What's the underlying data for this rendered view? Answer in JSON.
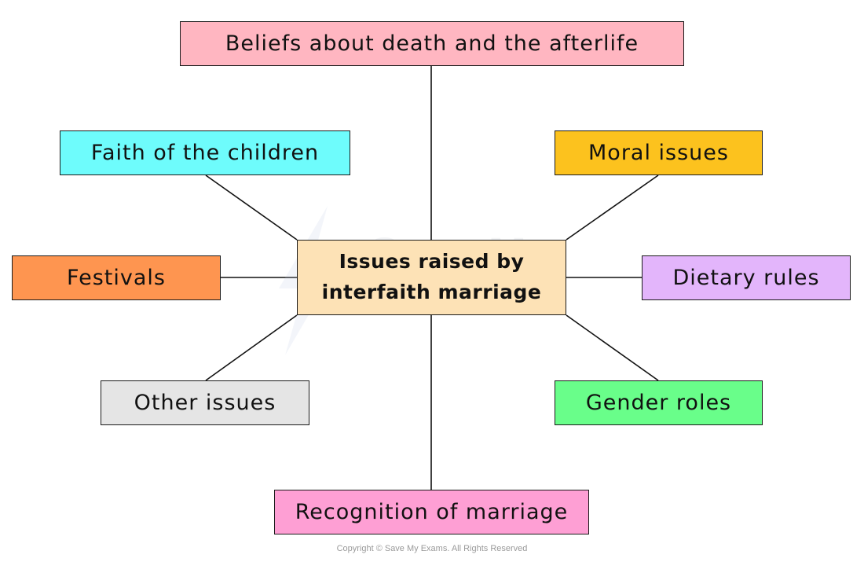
{
  "diagram": {
    "center": {
      "line1": "Issues raised by",
      "line2": "interfaith marriage",
      "color": "#fde2b6"
    },
    "nodes": [
      {
        "id": "beliefs",
        "label": "Beliefs about death and the afterlife",
        "color": "#ffb6c1"
      },
      {
        "id": "faith-children",
        "label": "Faith of the children",
        "color": "#6efcfc"
      },
      {
        "id": "moral",
        "label": "Moral issues",
        "color": "#fcc21e"
      },
      {
        "id": "festivals",
        "label": "Festivals",
        "color": "#fe9550"
      },
      {
        "id": "dietary",
        "label": "Dietary rules",
        "color": "#e3b5fb"
      },
      {
        "id": "other",
        "label": "Other issues",
        "color": "#e5e5e5"
      },
      {
        "id": "gender",
        "label": "Gender roles",
        "color": "#69fe8a"
      },
      {
        "id": "recognition",
        "label": "Recognition of marriage",
        "color": "#fe9fd4"
      }
    ]
  },
  "watermark": {
    "line1": "Save My",
    "line2": "Exams"
  },
  "footer": {
    "copyright": "Copyright © Save My Exams. All Rights Reserved"
  }
}
